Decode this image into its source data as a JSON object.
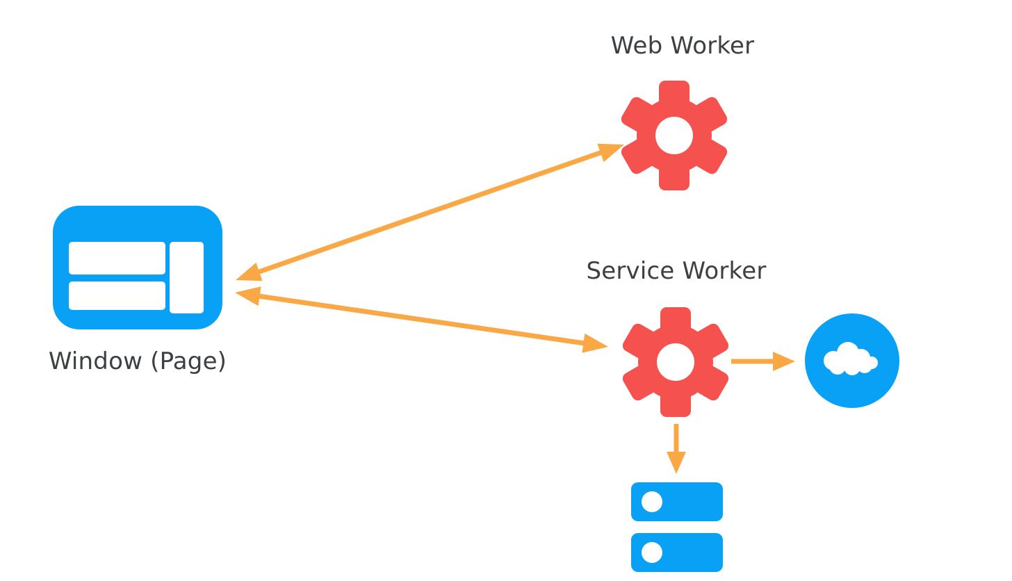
{
  "diagram": {
    "type": "architecture-diagram",
    "nodes": {
      "window_page": {
        "label": "Window (Page)",
        "icon": "browser-window-icon",
        "color": "blue"
      },
      "web_worker": {
        "label": "Web Worker",
        "icon": "gear-icon",
        "color": "red"
      },
      "service_worker": {
        "label": "Service Worker",
        "icon": "gear-icon",
        "color": "red"
      },
      "network": {
        "icon": "cloud-icon",
        "color": "blue"
      },
      "storage": {
        "icon": "database-stack-icon",
        "color": "blue"
      }
    },
    "edges": [
      {
        "from": "window_page",
        "to": "web_worker",
        "direction": "bidirectional"
      },
      {
        "from": "window_page",
        "to": "service_worker",
        "direction": "bidirectional"
      },
      {
        "from": "service_worker",
        "to": "network",
        "direction": "one-way"
      },
      {
        "from": "service_worker",
        "to": "storage",
        "direction": "one-way"
      }
    ],
    "colors": {
      "blue": "#09A1F6",
      "red": "#F5514F",
      "orange": "#F9A845",
      "label": "#3C4043",
      "background": "#FFFFFF"
    }
  }
}
